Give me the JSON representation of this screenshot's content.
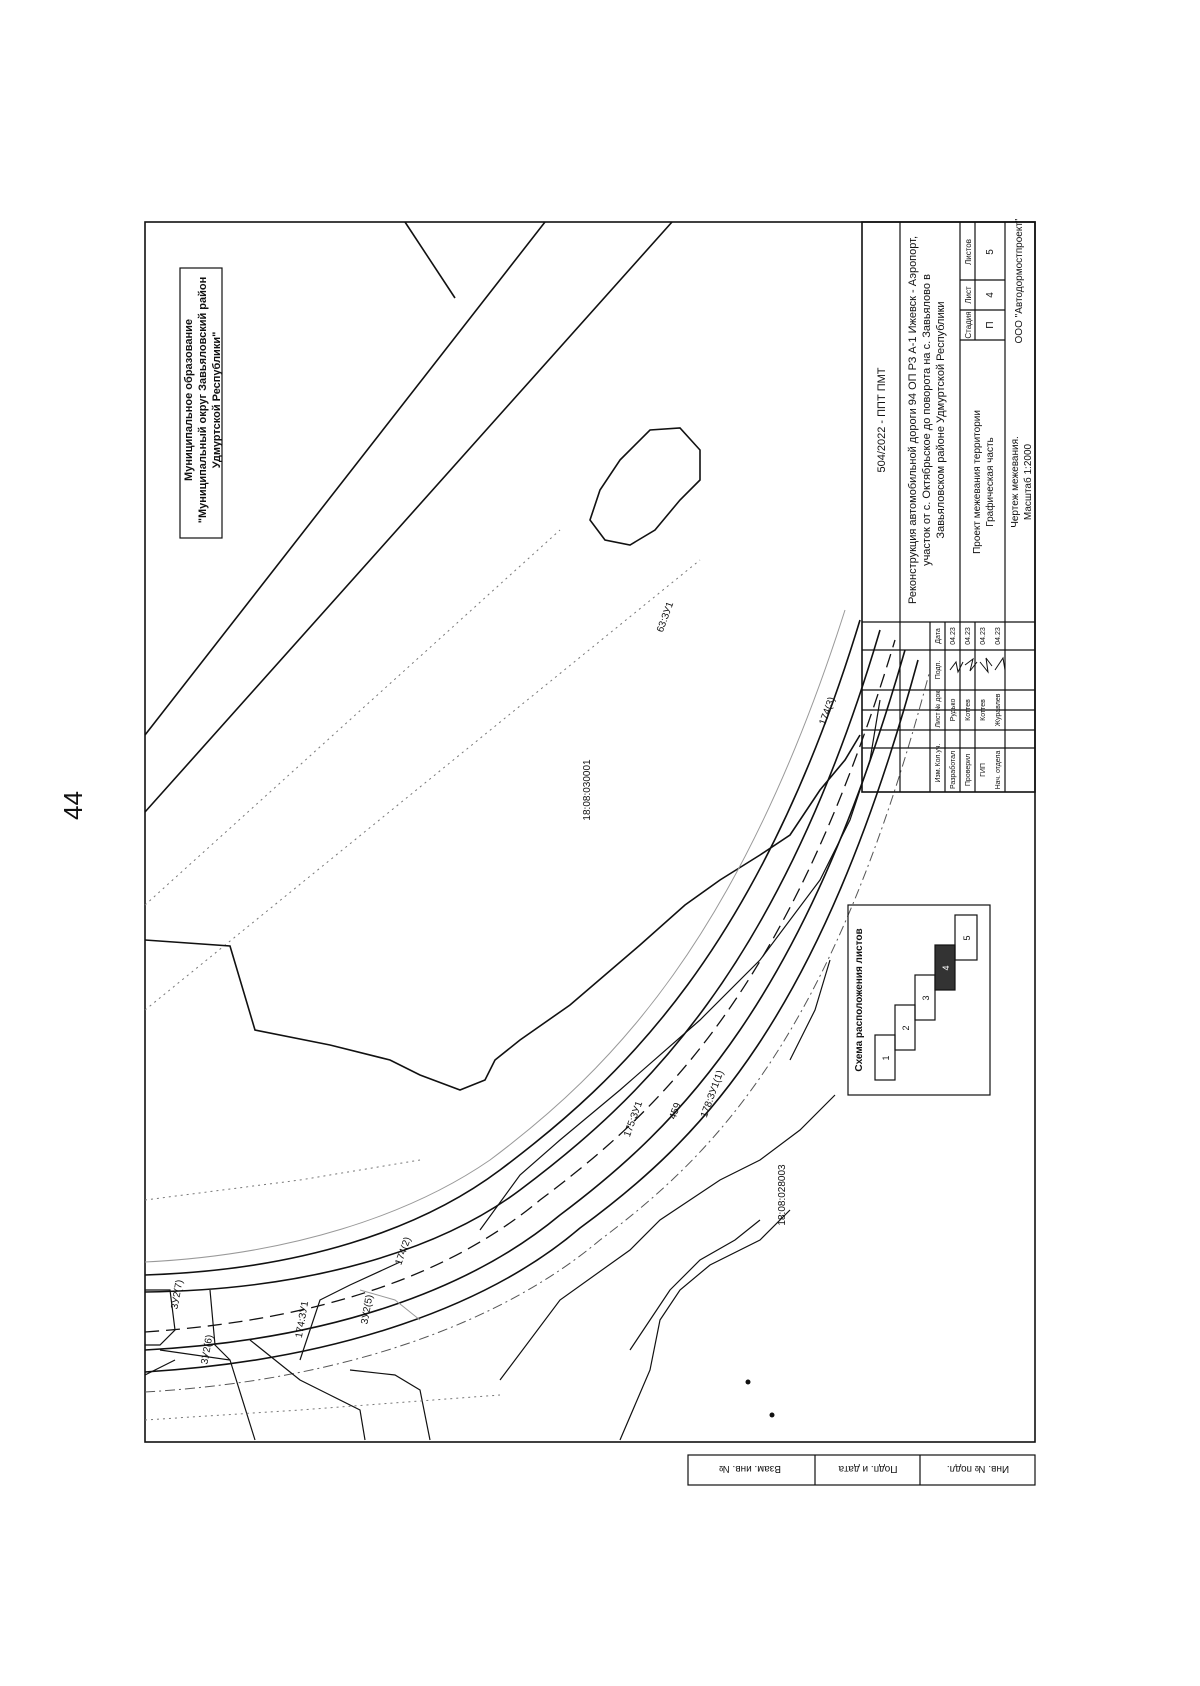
{
  "page_number": "44",
  "municipality": {
    "line1": "Муниципальное образование",
    "line2": "\"Муниципальный округ Завьяловский район",
    "line3": "Удмуртской Республики\""
  },
  "parcels": {
    "parcel_a": "18:08:030001",
    "parcel_b": "18:08:028003"
  },
  "plot_labels": [
    "63:ЗУ1",
    "174(3)",
    "178:ЗУ1(1)",
    "459",
    "175:ЗУ1",
    "174(2)",
    "174:ЗУ1",
    "3У2(6)",
    "3У2(7)",
    "3У2(5)"
  ],
  "sheet_scheme": {
    "title": "Схема расположения листов",
    "sheets": [
      "1",
      "2",
      "3",
      "4",
      "5"
    ]
  },
  "margin_stamp": {
    "invent_podl": "Инв. № подл.",
    "podp_data": "Подп. и дата",
    "vzam_inv": "Взам. инв. №"
  },
  "title_block": {
    "code": "504/2022 - ППТ ПМТ",
    "project_line1": "Реконструкция автомобильной дороги 94 ОП РЗ А-1 Ижевск - Аэропорт,",
    "project_line2": "участок от с. Октябрьское до поворота на с. Завьялово в",
    "project_line3": "Завьяловском районе Удмуртской Республики",
    "section_line1": "Проект межевания территории",
    "section_line2": "Графическая часть",
    "drawing_line1": "Чертеж межевания.",
    "drawing_line2": "Масштаб 1:2000",
    "company": "ООО \"Автодормостпроект\"",
    "stage_header": "Стадия",
    "sheet_header": "Лист",
    "sheets_header": "Листов",
    "stage_value": "П",
    "sheet_value": "4",
    "sheets_value": "5",
    "col_headers": [
      "Изм.",
      "Кол.уч.",
      "Лист",
      "№ док.",
      "Подп.",
      "Дата"
    ],
    "rows": [
      {
        "role": "Разработал",
        "name": "Рудько",
        "date": "04.23"
      },
      {
        "role": "Проверил",
        "name": "Коттев",
        "date": "04.23"
      },
      {
        "role": "ГИП",
        "name": "Коттев",
        "date": "04.23"
      },
      {
        "role": "Нач. отдела",
        "name": "Журавлев",
        "date": "04.23"
      }
    ]
  }
}
